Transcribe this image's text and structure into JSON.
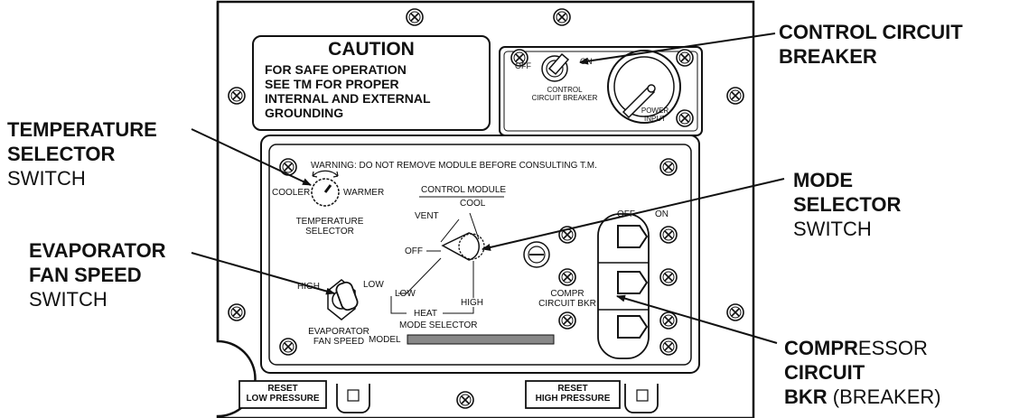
{
  "caution": {
    "title": "CAUTION",
    "lines": [
      "FOR SAFE OPERATION",
      "SEE TM FOR PROPER",
      "INTERNAL AND EXTERNAL",
      "GROUNDING"
    ]
  },
  "control_breaker": {
    "off": "OFF",
    "on": "ON",
    "label_line1": "CONTROL",
    "label_line2": "CIRCUIT BREAKER",
    "power_line1": "POWER",
    "power_line2": "INPUT"
  },
  "module": {
    "warning": "WARNING:  DO NOT REMOVE MODULE BEFORE CONSULTING T.M.",
    "title": "CONTROL MODULE",
    "cooler": "COOLER",
    "warmer": "WARMER",
    "temp_line1": "TEMPERATURE",
    "temp_line2": "SELECTOR",
    "vent": "VENT",
    "cool": "COOL",
    "off": "OFF",
    "low": "LOW",
    "high": "HIGH",
    "heat": "HEAT",
    "mode_selector": "MODE SELECTOR",
    "fan_high": "HIGH",
    "fan_low": "LOW",
    "fan_line1": "EVAPORATOR",
    "fan_line2": "FAN SPEED",
    "model": "MODEL",
    "compr_off": "OFF",
    "compr_on": "ON",
    "compr_line1": "COMPR",
    "compr_line2": "CIRCUIT BKR"
  },
  "reset_low": {
    "line1": "RESET",
    "line2": "LOW PRESSURE"
  },
  "reset_high": {
    "line1": "RESET",
    "line2": "HIGH PRESSURE"
  },
  "callouts": {
    "control_circuit": {
      "line1": "CONTROL CIRCUIT",
      "line2": "BREAKER"
    },
    "temperature": {
      "line1": "TEMPERATURE",
      "line2": "SELECTOR",
      "line3": "SWITCH"
    },
    "evaporator": {
      "line1": "EVAPORATOR",
      "line2": "FAN SPEED",
      "line3": "SWITCH"
    },
    "mode": {
      "line1": "MODE",
      "line2": "SELECTOR",
      "line3": "SWITCH"
    },
    "compressor": {
      "line1_bold": "COMPR",
      "line1_rest": "ESSOR",
      "line2": "CIRCUIT",
      "line3_bold": "BKR",
      "line3_rest": " (BREAKER)"
    }
  }
}
